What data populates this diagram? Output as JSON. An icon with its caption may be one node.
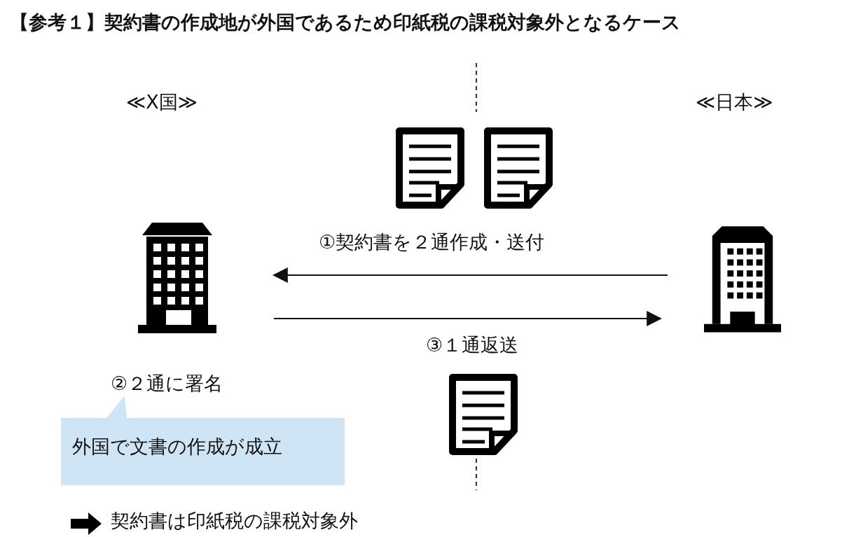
{
  "diagram": {
    "title": "【参考１】契約書の作成地が外国であるため印紙税の課税対象外となるケース",
    "nodes": [
      {
        "text": [],
        "shape": "building"
      },
      {
        "text": [],
        "shape": "building"
      },
      {
        "text": [
          "外国で文書の作成が成立"
        ]
      }
    ],
    "edges": [
      {
        "from": 1,
        "to": 0,
        "arrow": "to",
        "label": "①契約書を２通作成・送付"
      },
      {
        "from": 0,
        "to": 1,
        "arrow": "to",
        "label": "③１通返送"
      }
    ],
    "labels": [
      "≪X国≫",
      "≪日本≫",
      "②２通に署名",
      "契約書は印紙税の課税対象外"
    ]
  }
}
